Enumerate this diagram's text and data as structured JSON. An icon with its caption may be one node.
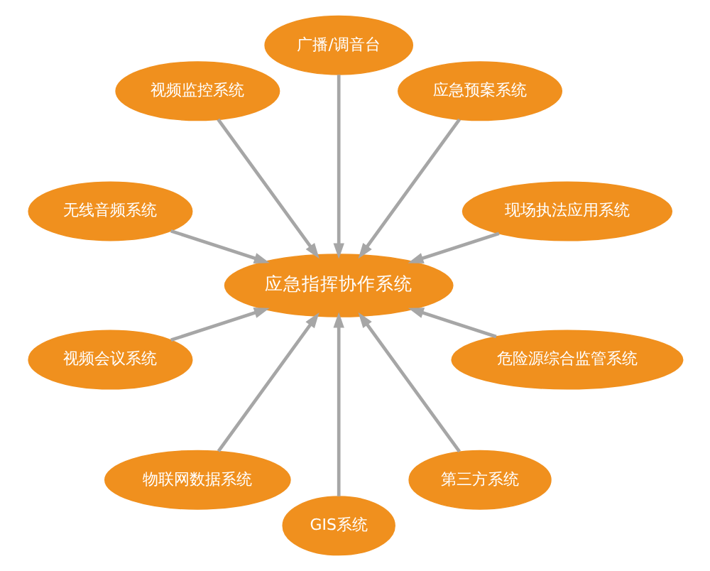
{
  "diagram": {
    "nodes": [
      {
        "text": [
          "现场执法应用系统"
        ]
      },
      {
        "text": [
          "应急预案系统"
        ]
      },
      {
        "text": [
          "广播/调音台"
        ]
      },
      {
        "text": [
          "视频监控系统"
        ]
      },
      {
        "text": [
          "无线音频系统"
        ]
      },
      {
        "text": [
          "应急指挥协作系统"
        ]
      },
      {
        "text": [
          "视频会议系统"
        ]
      },
      {
        "text": [
          "物联网数据系统"
        ]
      },
      {
        "text": [
          "GIS系统"
        ]
      },
      {
        "text": [
          "第三方系统"
        ]
      },
      {
        "text": [
          "危险源综合监管系统"
        ]
      }
    ],
    "edges": [
      {
        "from": 0,
        "to": 5,
        "arrow": "to"
      },
      {
        "from": 2,
        "to": 5,
        "arrow": "to"
      },
      {
        "from": 4,
        "to": 5,
        "arrow": "to"
      },
      {
        "from": 7,
        "to": 5,
        "arrow": "to"
      },
      {
        "from": 9,
        "to": 5,
        "arrow": "to"
      },
      {
        "from": 10,
        "to": 5,
        "arrow": "to"
      },
      {
        "from": 8,
        "to": 5,
        "arrow": "to"
      },
      {
        "from": 6,
        "to": 5,
        "arrow": "to"
      },
      {
        "from": 3,
        "to": 5,
        "arrow": "to"
      },
      {
        "from": 1,
        "to": 5,
        "arrow": "to"
      }
    ]
  }
}
